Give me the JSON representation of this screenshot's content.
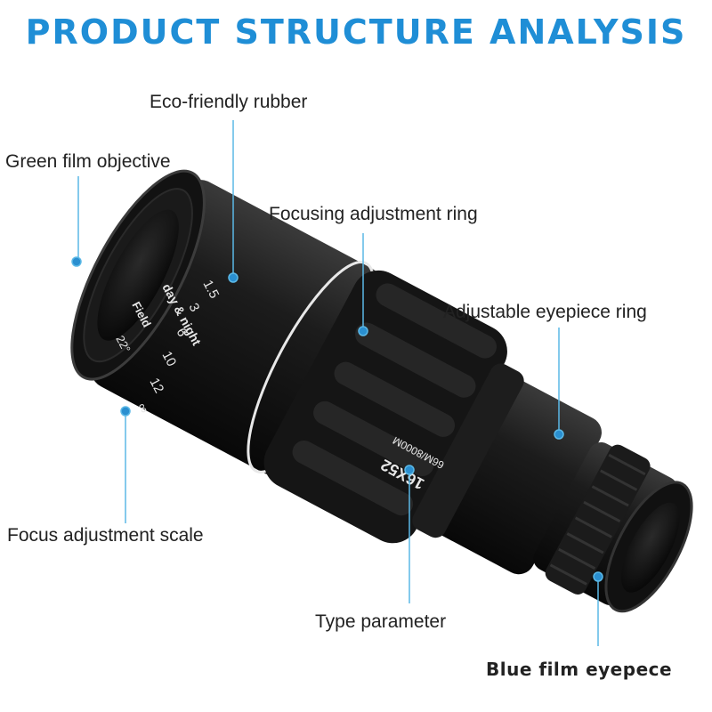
{
  "title": "PRODUCT STRUCTURE ANALYSIS",
  "callouts": {
    "eco_rubber": "Eco-friendly rubber",
    "green_objective": "Green film objective",
    "focusing_ring": "Focusing adjustment ring",
    "eyepiece_ring": "Adjustable eyepiece ring",
    "focus_scale": "Focus adjustment scale",
    "type_parameter": "Type parameter",
    "blue_eyepiece": "Blue film eyepece"
  },
  "engraving": {
    "scale_numbers": [
      "1.5",
      "3",
      "6",
      "10",
      "12",
      "∞"
    ],
    "day_night": "day & night",
    "field": "Field",
    "field_angle": "22°",
    "model": "16X52",
    "spec": "66M/8000M"
  },
  "colors": {
    "title": "#1f8ed6",
    "leader": "#5bb8e6",
    "body": "#151515"
  }
}
